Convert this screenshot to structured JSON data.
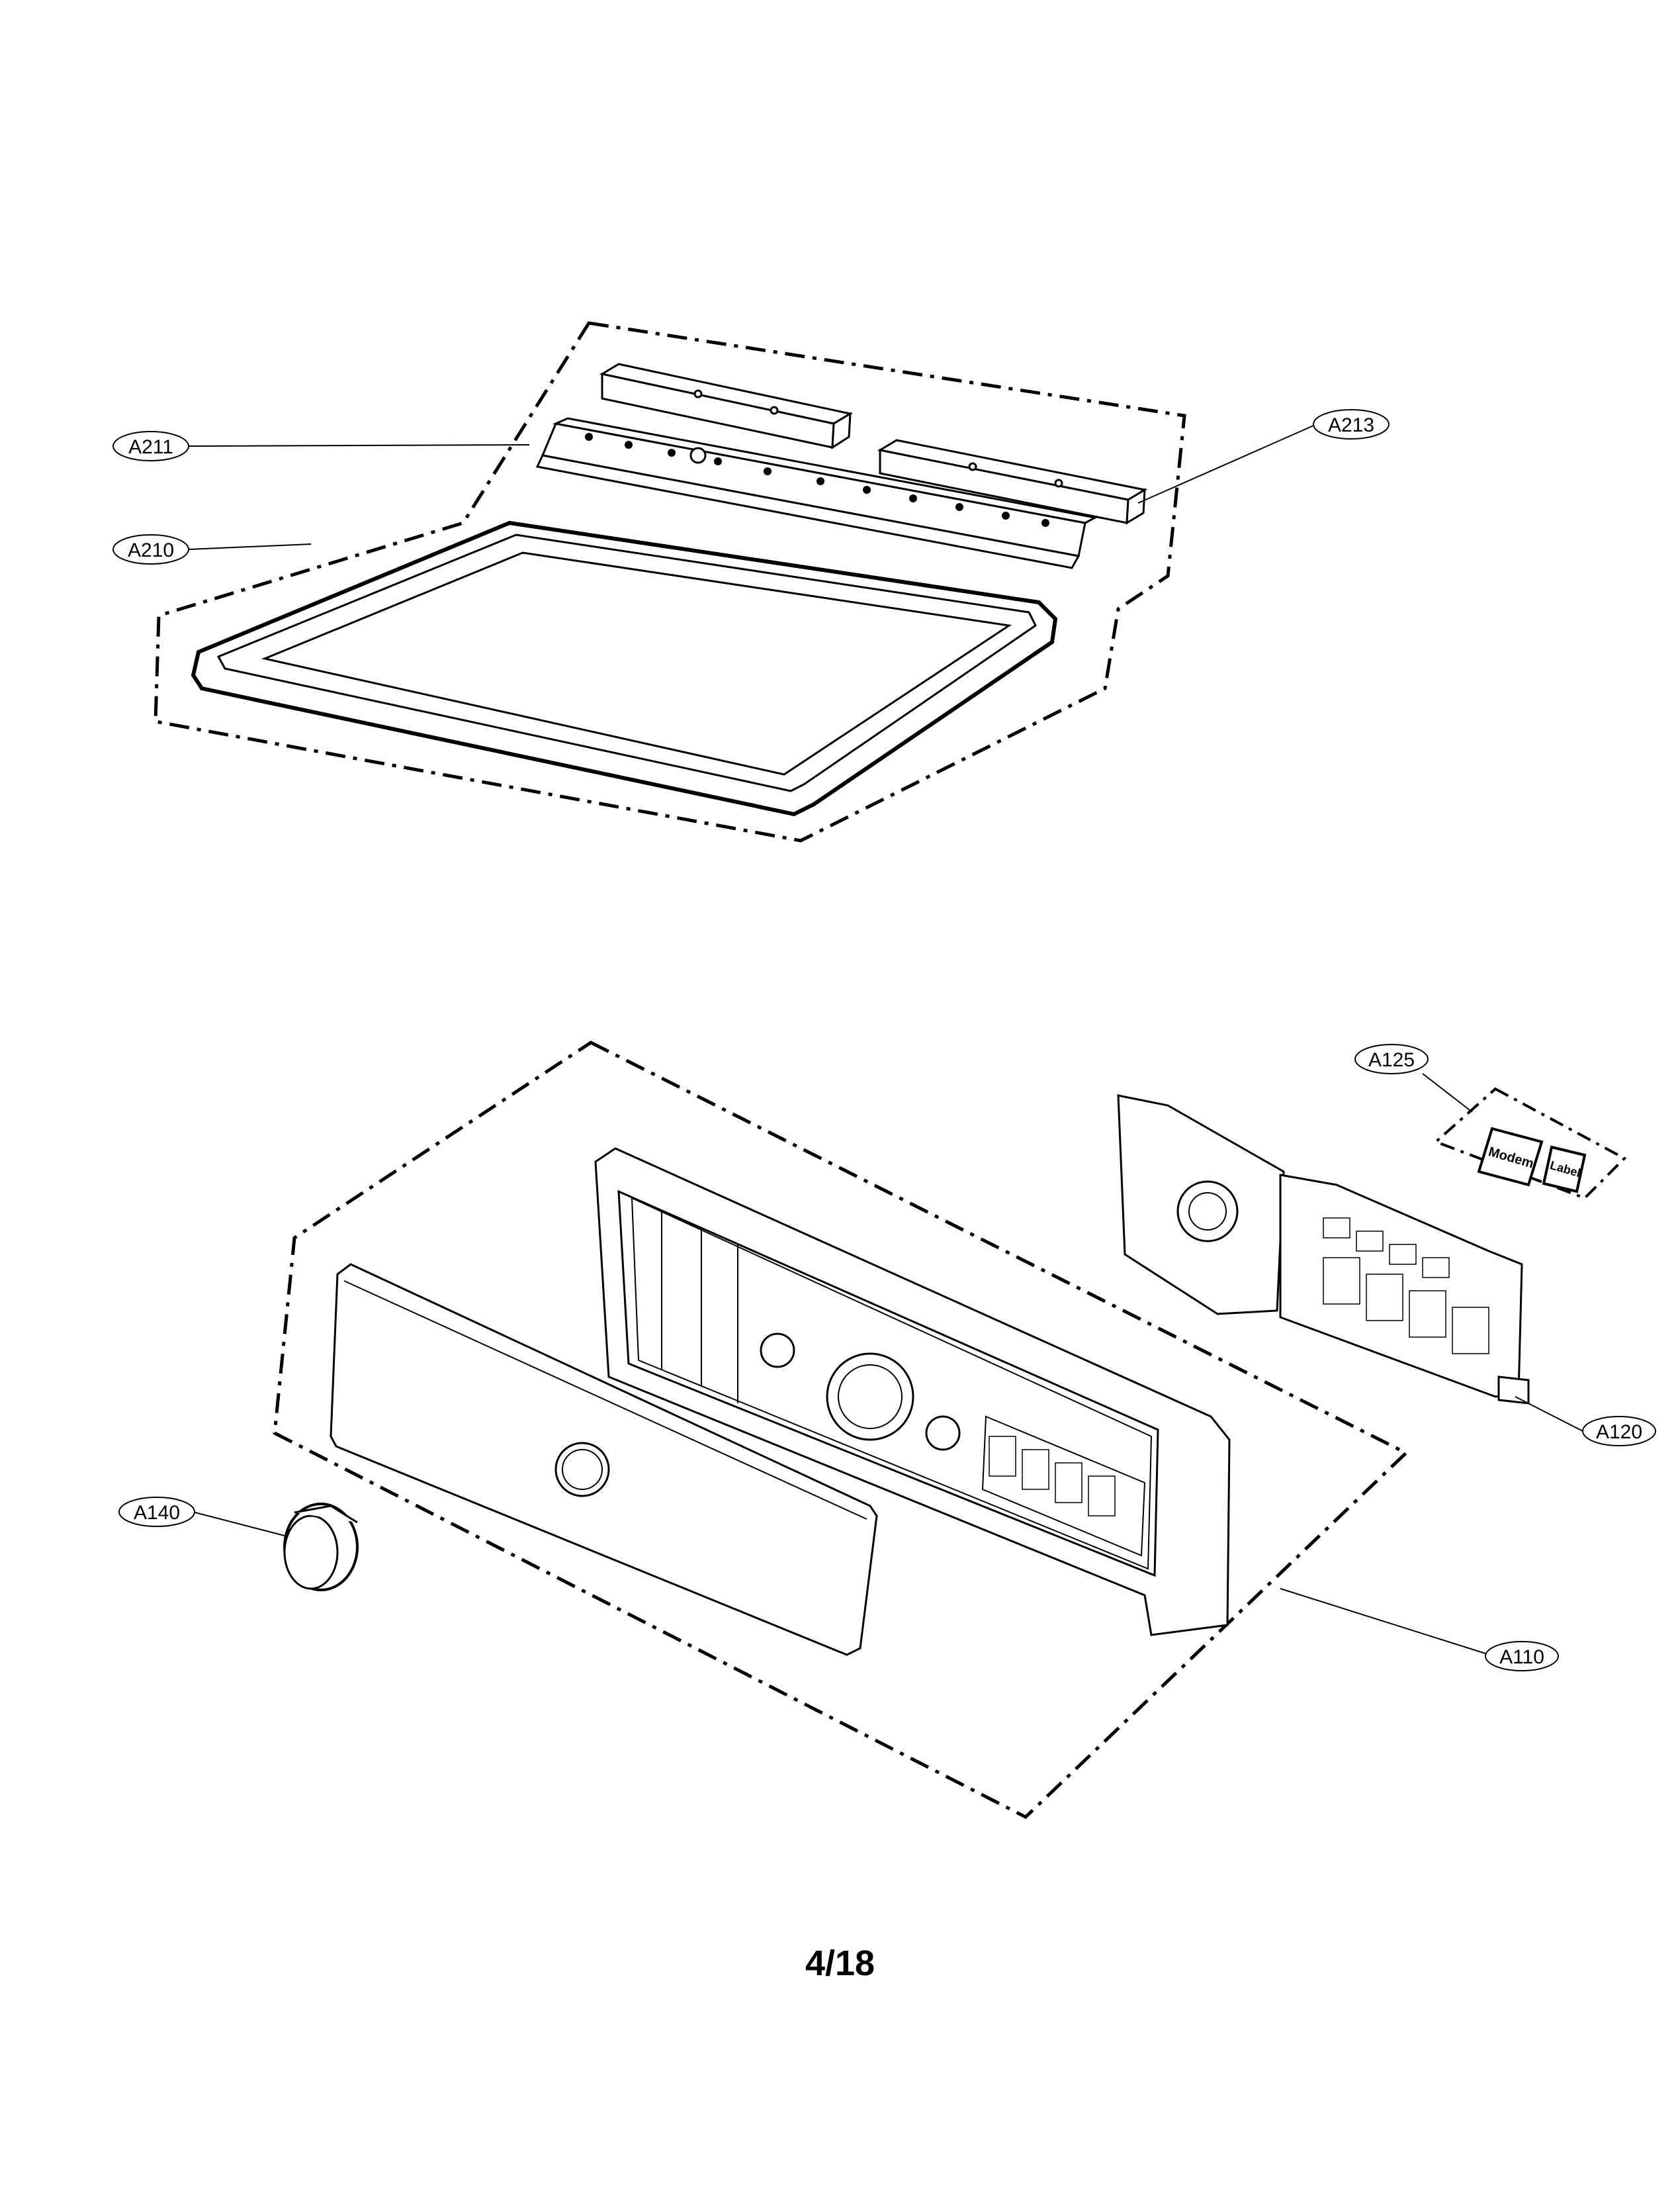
{
  "callouts": {
    "a211": "A211",
    "a213": "A213",
    "a210": "A210",
    "a125": "A125",
    "a120": "A120",
    "a140": "A140",
    "a110": "A110"
  },
  "labels": {
    "modem": "Modem",
    "label": "Label"
  },
  "page_number": "4/18"
}
